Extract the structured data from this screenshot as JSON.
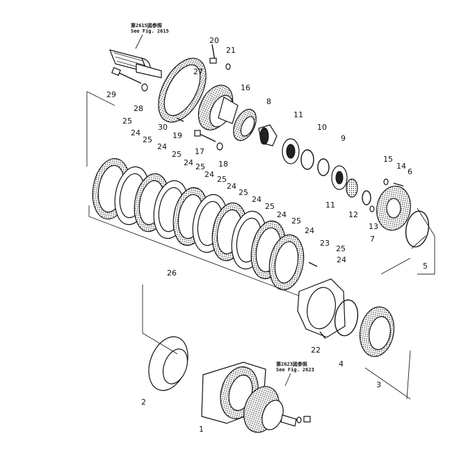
{
  "references": [
    {
      "line1": "第2615図参照",
      "line2": "See Fig. 2615"
    },
    {
      "line1": "第2623図参照",
      "line2": "See Fig. 2623"
    }
  ],
  "callouts": {
    "n1": "1",
    "n2": "2",
    "n3": "3",
    "n4": "4",
    "n5": "5",
    "n6": "6",
    "n7": "7",
    "n8": "8",
    "n9": "9",
    "n10": "10",
    "n11a": "11",
    "n11b": "11",
    "n12": "12",
    "n13": "13",
    "n14": "14",
    "n15": "15",
    "n16": "16",
    "n17": "17",
    "n18": "18",
    "n19": "19",
    "n20": "20",
    "n21": "21",
    "n22": "22",
    "n23": "23",
    "n24": "24",
    "n25": "25",
    "n26": "26",
    "n27": "27",
    "n28": "28",
    "n29": "29",
    "n30": "30"
  }
}
